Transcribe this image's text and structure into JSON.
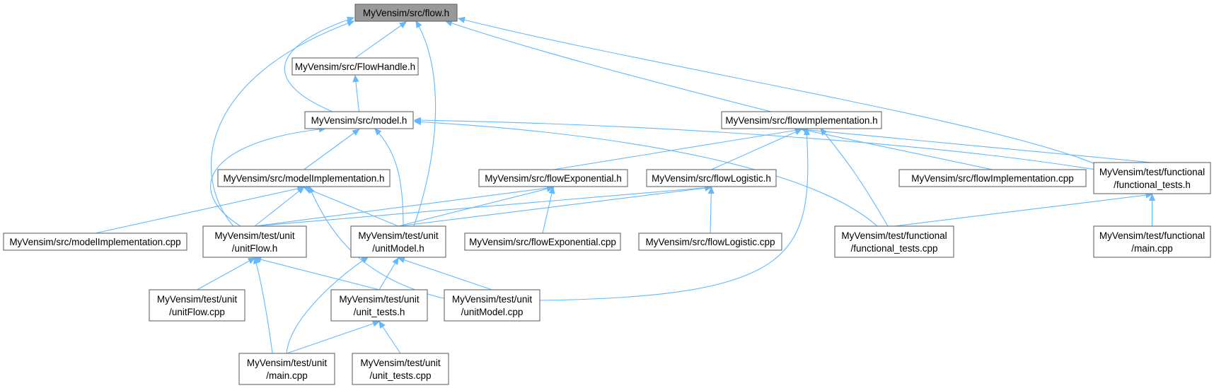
{
  "graph": {
    "root": "flow_h",
    "nodes": [
      {
        "id": "flow_h",
        "lines": [
          "MyVensim/src/flow.h"
        ]
      },
      {
        "id": "flowhandle_h",
        "lines": [
          "MyVensim/src/FlowHandle.h"
        ]
      },
      {
        "id": "model_h",
        "lines": [
          "MyVensim/src/model.h"
        ]
      },
      {
        "id": "flowimpl_h",
        "lines": [
          "MyVensim/src/flowImplementation.h"
        ]
      },
      {
        "id": "modelimpl_h",
        "lines": [
          "MyVensim/src/modelImplementation.h"
        ]
      },
      {
        "id": "flowexp_h",
        "lines": [
          "MyVensim/src/flowExponential.h"
        ]
      },
      {
        "id": "flowlog_h",
        "lines": [
          "MyVensim/src/flowLogistic.h"
        ]
      },
      {
        "id": "flowimpl_cpp",
        "lines": [
          "MyVensim/src/flowImplementation.cpp"
        ]
      },
      {
        "id": "functional_tests_h",
        "lines": [
          "MyVensim/test/functional",
          "/functional_tests.h"
        ]
      },
      {
        "id": "modelimpl_cpp",
        "lines": [
          "MyVensim/src/modelImplementation.cpp"
        ]
      },
      {
        "id": "unitflow_h",
        "lines": [
          "MyVensim/test/unit",
          "/unitFlow.h"
        ]
      },
      {
        "id": "unitmodel_h",
        "lines": [
          "MyVensim/test/unit",
          "/unitModel.h"
        ]
      },
      {
        "id": "flowexp_cpp",
        "lines": [
          "MyVensim/src/flowExponential.cpp"
        ]
      },
      {
        "id": "flowlog_cpp",
        "lines": [
          "MyVensim/src/flowLogistic.cpp"
        ]
      },
      {
        "id": "functional_tests_cpp",
        "lines": [
          "MyVensim/test/functional",
          "/functional_tests.cpp"
        ]
      },
      {
        "id": "functional_main_cpp",
        "lines": [
          "MyVensim/test/functional",
          "/main.cpp"
        ]
      },
      {
        "id": "unitflow_cpp",
        "lines": [
          "MyVensim/test/unit",
          "/unitFlow.cpp"
        ]
      },
      {
        "id": "unit_tests_h",
        "lines": [
          "MyVensim/test/unit",
          "/unit_tests.h"
        ]
      },
      {
        "id": "unitmodel_cpp",
        "lines": [
          "MyVensim/test/unit",
          "/unitModel.cpp"
        ]
      },
      {
        "id": "unit_main_cpp",
        "lines": [
          "MyVensim/test/unit",
          "/main.cpp"
        ]
      },
      {
        "id": "unit_tests_cpp",
        "lines": [
          "MyVensim/test/unit",
          "/unit_tests.cpp"
        ]
      }
    ],
    "edges": [
      {
        "from": "flowhandle_h",
        "to": "flow_h"
      },
      {
        "from": "model_h",
        "to": "flow_h"
      },
      {
        "from": "flowimpl_h",
        "to": "flow_h"
      },
      {
        "from": "functional_tests_h",
        "to": "flow_h"
      },
      {
        "from": "unitflow_h",
        "to": "flow_h"
      },
      {
        "from": "unitmodel_h",
        "to": "flow_h"
      },
      {
        "from": "model_h",
        "to": "flowhandle_h"
      },
      {
        "from": "modelimpl_h",
        "to": "model_h"
      },
      {
        "from": "unitflow_h",
        "to": "model_h"
      },
      {
        "from": "unitmodel_h",
        "to": "model_h"
      },
      {
        "from": "functional_tests_h",
        "to": "model_h"
      },
      {
        "from": "functional_tests_cpp",
        "to": "model_h"
      },
      {
        "from": "flowexp_h",
        "to": "flowimpl_h"
      },
      {
        "from": "flowlog_h",
        "to": "flowimpl_h"
      },
      {
        "from": "flowimpl_cpp",
        "to": "flowimpl_h"
      },
      {
        "from": "functional_tests_h",
        "to": "flowimpl_h"
      },
      {
        "from": "functional_tests_cpp",
        "to": "flowimpl_h"
      },
      {
        "from": "unitmodel_cpp",
        "to": "flowimpl_h"
      },
      {
        "from": "modelimpl_cpp",
        "to": "modelimpl_h"
      },
      {
        "from": "unitflow_h",
        "to": "modelimpl_h"
      },
      {
        "from": "unitmodel_h",
        "to": "modelimpl_h"
      },
      {
        "from": "unitmodel_cpp",
        "to": "modelimpl_h"
      },
      {
        "from": "unitflow_h",
        "to": "flowexp_h"
      },
      {
        "from": "unitmodel_h",
        "to": "flowexp_h"
      },
      {
        "from": "flowexp_cpp",
        "to": "flowexp_h"
      },
      {
        "from": "unitflow_h",
        "to": "flowlog_h"
      },
      {
        "from": "unitmodel_h",
        "to": "flowlog_h"
      },
      {
        "from": "flowlog_cpp",
        "to": "flowlog_h"
      },
      {
        "from": "functional_tests_cpp",
        "to": "functional_tests_h"
      },
      {
        "from": "functional_main_cpp",
        "to": "functional_tests_h"
      },
      {
        "from": "unitflow_cpp",
        "to": "unitflow_h"
      },
      {
        "from": "unit_tests_h",
        "to": "unitflow_h"
      },
      {
        "from": "unit_main_cpp",
        "to": "unitflow_h"
      },
      {
        "from": "unit_tests_h",
        "to": "unitmodel_h"
      },
      {
        "from": "unitmodel_cpp",
        "to": "unitmodel_h"
      },
      {
        "from": "unit_main_cpp",
        "to": "unitmodel_h"
      },
      {
        "from": "unit_main_cpp",
        "to": "unit_tests_h"
      },
      {
        "from": "unit_tests_cpp",
        "to": "unit_tests_h"
      }
    ]
  },
  "colors": {
    "edge": "#63b8ff",
    "node_border": "#666666",
    "root_fill": "#999999",
    "node_fill": "#ffffff"
  }
}
